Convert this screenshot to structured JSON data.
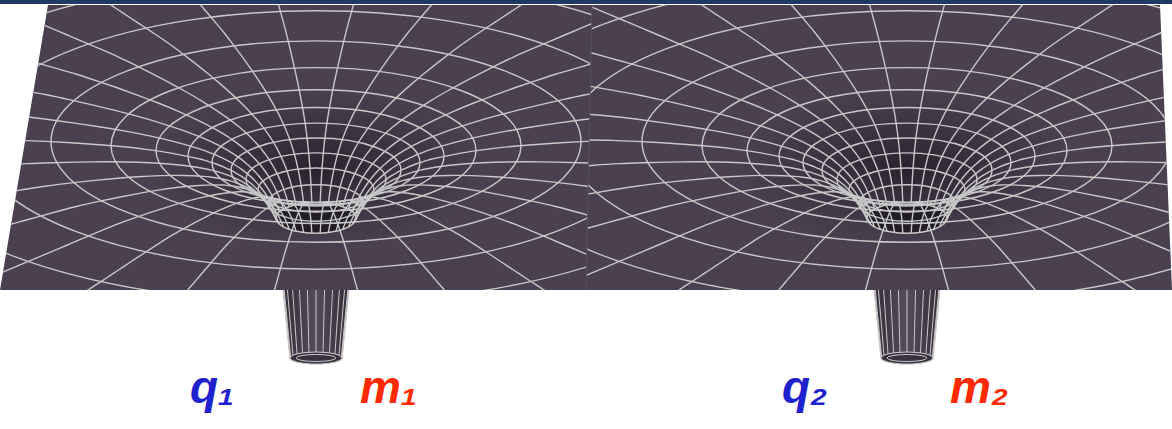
{
  "diagram": {
    "labels": [
      "q₁",
      "m₁",
      "q₂",
      "m₂"
    ]
  }
}
